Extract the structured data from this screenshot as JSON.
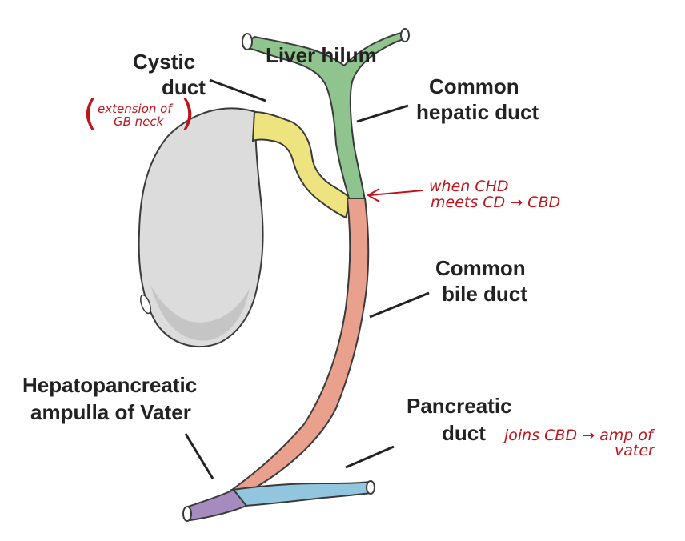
{
  "labels": {
    "liver_hilum": "Liver hilum",
    "cystic_duct_1": "Cystic",
    "cystic_duct_2": "duct",
    "common_hepatic_1": "Common",
    "common_hepatic_2": "hepatic duct",
    "common_bile_1": "Common",
    "common_bile_2": "bile duct",
    "ampulla_1": "Hepatopancreatic",
    "ampulla_2": "ampulla of Vater",
    "pancreatic_1": "Pancreatic",
    "pancreatic_2": "duct"
  },
  "notes": {
    "cystic_ext_1": "extension of",
    "cystic_ext_2": "GB neck",
    "chd_1": "when CHD",
    "chd_2": "meets CD → CBD",
    "pancreatic_1": "joins CBD → amp of",
    "pancreatic_2": "vater"
  },
  "colors": {
    "gallbladder": "#dcdcdc",
    "gallbladder_shade": "#c8c8c8",
    "cystic_duct": "#ede47f",
    "common_hepatic_duct": "#8fc48e",
    "common_bile_duct": "#e9a08d",
    "ampulla": "#a68bbf",
    "pancreatic_duct": "#92c6de",
    "outline": "#3a3a3a",
    "annotation": "#c0141c"
  }
}
